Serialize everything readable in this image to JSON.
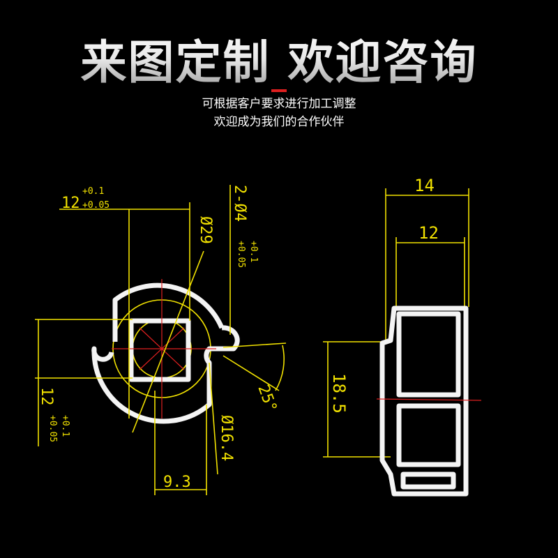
{
  "header": {
    "title": "来图定制 欢迎咨询",
    "subtitle_line1": "可根据客户要求进行加工调整",
    "subtitle_line2": "欢迎成为我们的合作伙伴",
    "accent_color": "#e02020"
  },
  "drawing": {
    "line_color": "#f2e200",
    "left_view": {
      "top_width": "12",
      "top_width_tol_upper": "+0.1",
      "top_width_tol_lower": "+0.05",
      "outer_diameter": "Ø29",
      "hole_spec": "2-Ø4",
      "hole_tol_upper": "+0.1",
      "hole_tol_lower": "+0.05",
      "left_height": "12",
      "left_height_tol_upper": "+0.1",
      "left_height_tol_lower": "+0.05",
      "angle": "25°",
      "inner_diameter": "Ø16.4",
      "offset": "9.3"
    },
    "right_view": {
      "overall_width": "14",
      "inner_width": "12",
      "height": "18.5"
    }
  }
}
